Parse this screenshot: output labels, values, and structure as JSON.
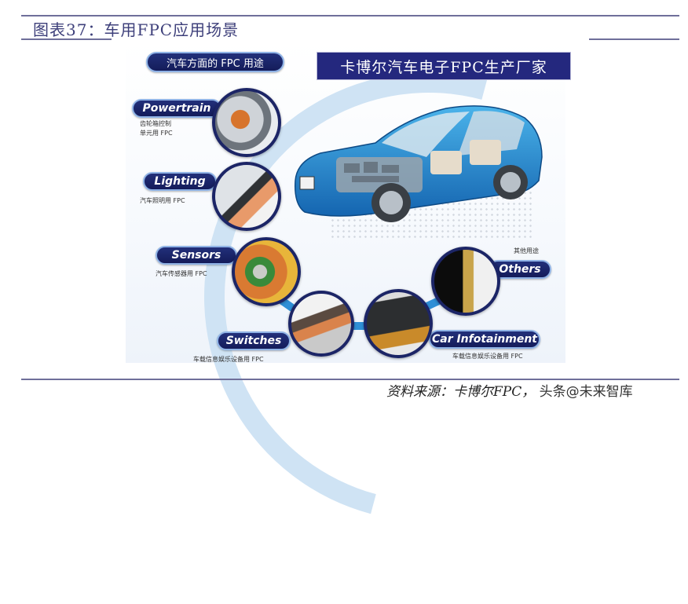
{
  "header": {
    "title": "图表37：车用FPC应用场景"
  },
  "figure": {
    "left_heading": "汽车方面的 FPC 用途",
    "banner": "卡博尔汽车电子FPC生产厂家",
    "categories": [
      {
        "label": "Powertrain",
        "description_line1": "齿轮箱控制",
        "description_line2": "单元用 FPC",
        "icon": "powertrain-fpc-photo"
      },
      {
        "label": "Lighting",
        "description_line1": "汽车照明用 FPC",
        "description_line2": "",
        "icon": "lighting-fpc-photo"
      },
      {
        "label": "Sensors",
        "description_line1": "汽车传感器用 FPC",
        "description_line2": "",
        "icon": "sensor-fpc-photo"
      },
      {
        "label": "Switches",
        "description_line1": "车载信息娱乐设备用 FPC",
        "description_line2": "",
        "icon": "switch-fpc-photo"
      },
      {
        "label": "Car Infotainment",
        "description_line1": "车载信息娱乐设备用 FPC",
        "description_line2": "",
        "icon": "infotainment-fpc-photo"
      },
      {
        "label": "Others",
        "description_line1": "其他用途",
        "description_line2": "",
        "icon": "others-fpc-photo"
      }
    ],
    "car_image": "blue-sedan-cutaway-illustration",
    "colors": {
      "pill_navy": "#1b2466",
      "banner_navy": "#24287e",
      "accent_blue": "#2f8fd6",
      "title_color": "#3d3f7a",
      "rule_color": "#6f6f9a"
    }
  },
  "footer": {
    "source": "资料来源：卡博尔FPC，",
    "watermark": "头条@未来智库"
  }
}
